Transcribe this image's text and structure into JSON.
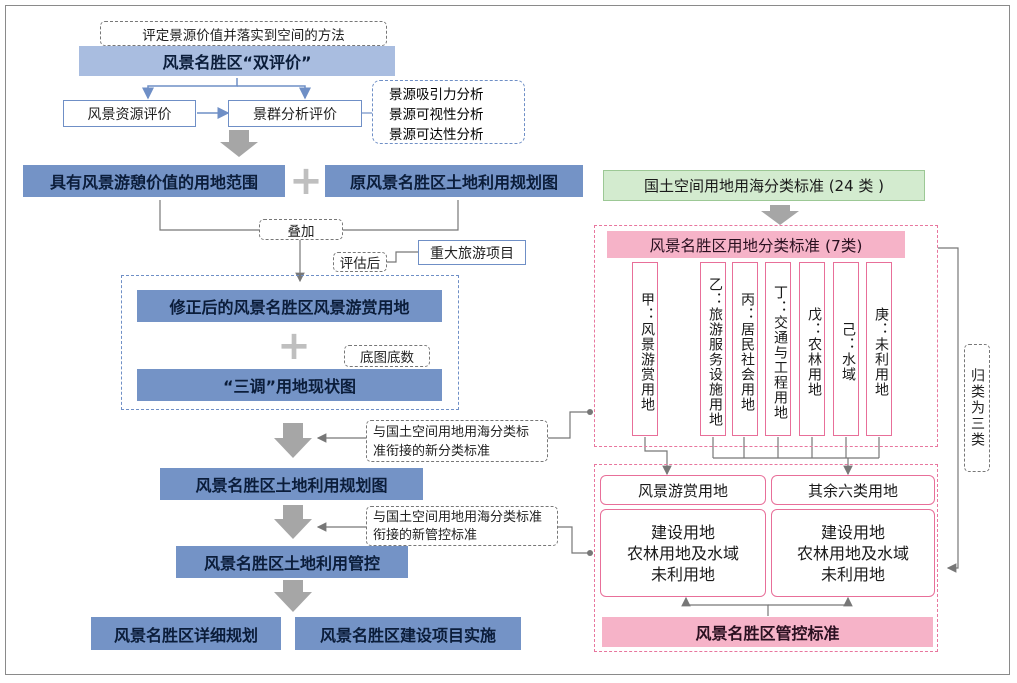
{
  "method_label": "评定景源价值并落实到空间的方法",
  "dual_eval": "风景名胜区“双评价”",
  "resource_eval": "风景资源评价",
  "cluster_eval": "景群分析评价",
  "cluster_items": [
    "景源吸引力分析",
    "景源可视性分析",
    "景源可达性分析"
  ],
  "scenic_value_land": "具有风景游憩价值的用地范围",
  "original_plan_map": "原风景名胜区土地利用规划图",
  "overlay": "叠加",
  "major_project": "重大旅游项目",
  "after_eval": "评估后",
  "revised_land": "修正后的风景名胜区风景游赏用地",
  "base_count": "底图底数",
  "survey_map": "“三调”用地现状图",
  "new_class_std": "与国土空间用地用海分类标准衔接的新分类标准",
  "land_plan_map": "风景名胜区土地利用规划图",
  "new_control_std": "与国土空间用地用海分类标准衔接的新管控标准",
  "land_control": "风景名胜区土地利用管控",
  "detail_plan": "风景名胜区详细规划",
  "project_impl": "风景名胜区建设项目实施",
  "national_std": "国土空间用地用海分类标准 (24 类 )",
  "park_class_std": "风景名胜区用地分类标准 (7类)",
  "categories": [
    "甲：风景游赏用地",
    "乙：旅游服务设施用地",
    "丙：居民社会用地",
    "丁：交通与工程用地",
    "戊：农林用地",
    "己：水域",
    "庚：未利用地"
  ],
  "classify_three": "归类为三类",
  "scenic_tour_land": "风景游赏用地",
  "other_six": "其余六类用地",
  "left_control_items": [
    "建设用地",
    "农林用地及水域",
    "未利用地"
  ],
  "right_control_items": [
    "建设用地",
    "农林用地及水域",
    "未利用地"
  ],
  "control_std": "风景名胜区管控标准"
}
